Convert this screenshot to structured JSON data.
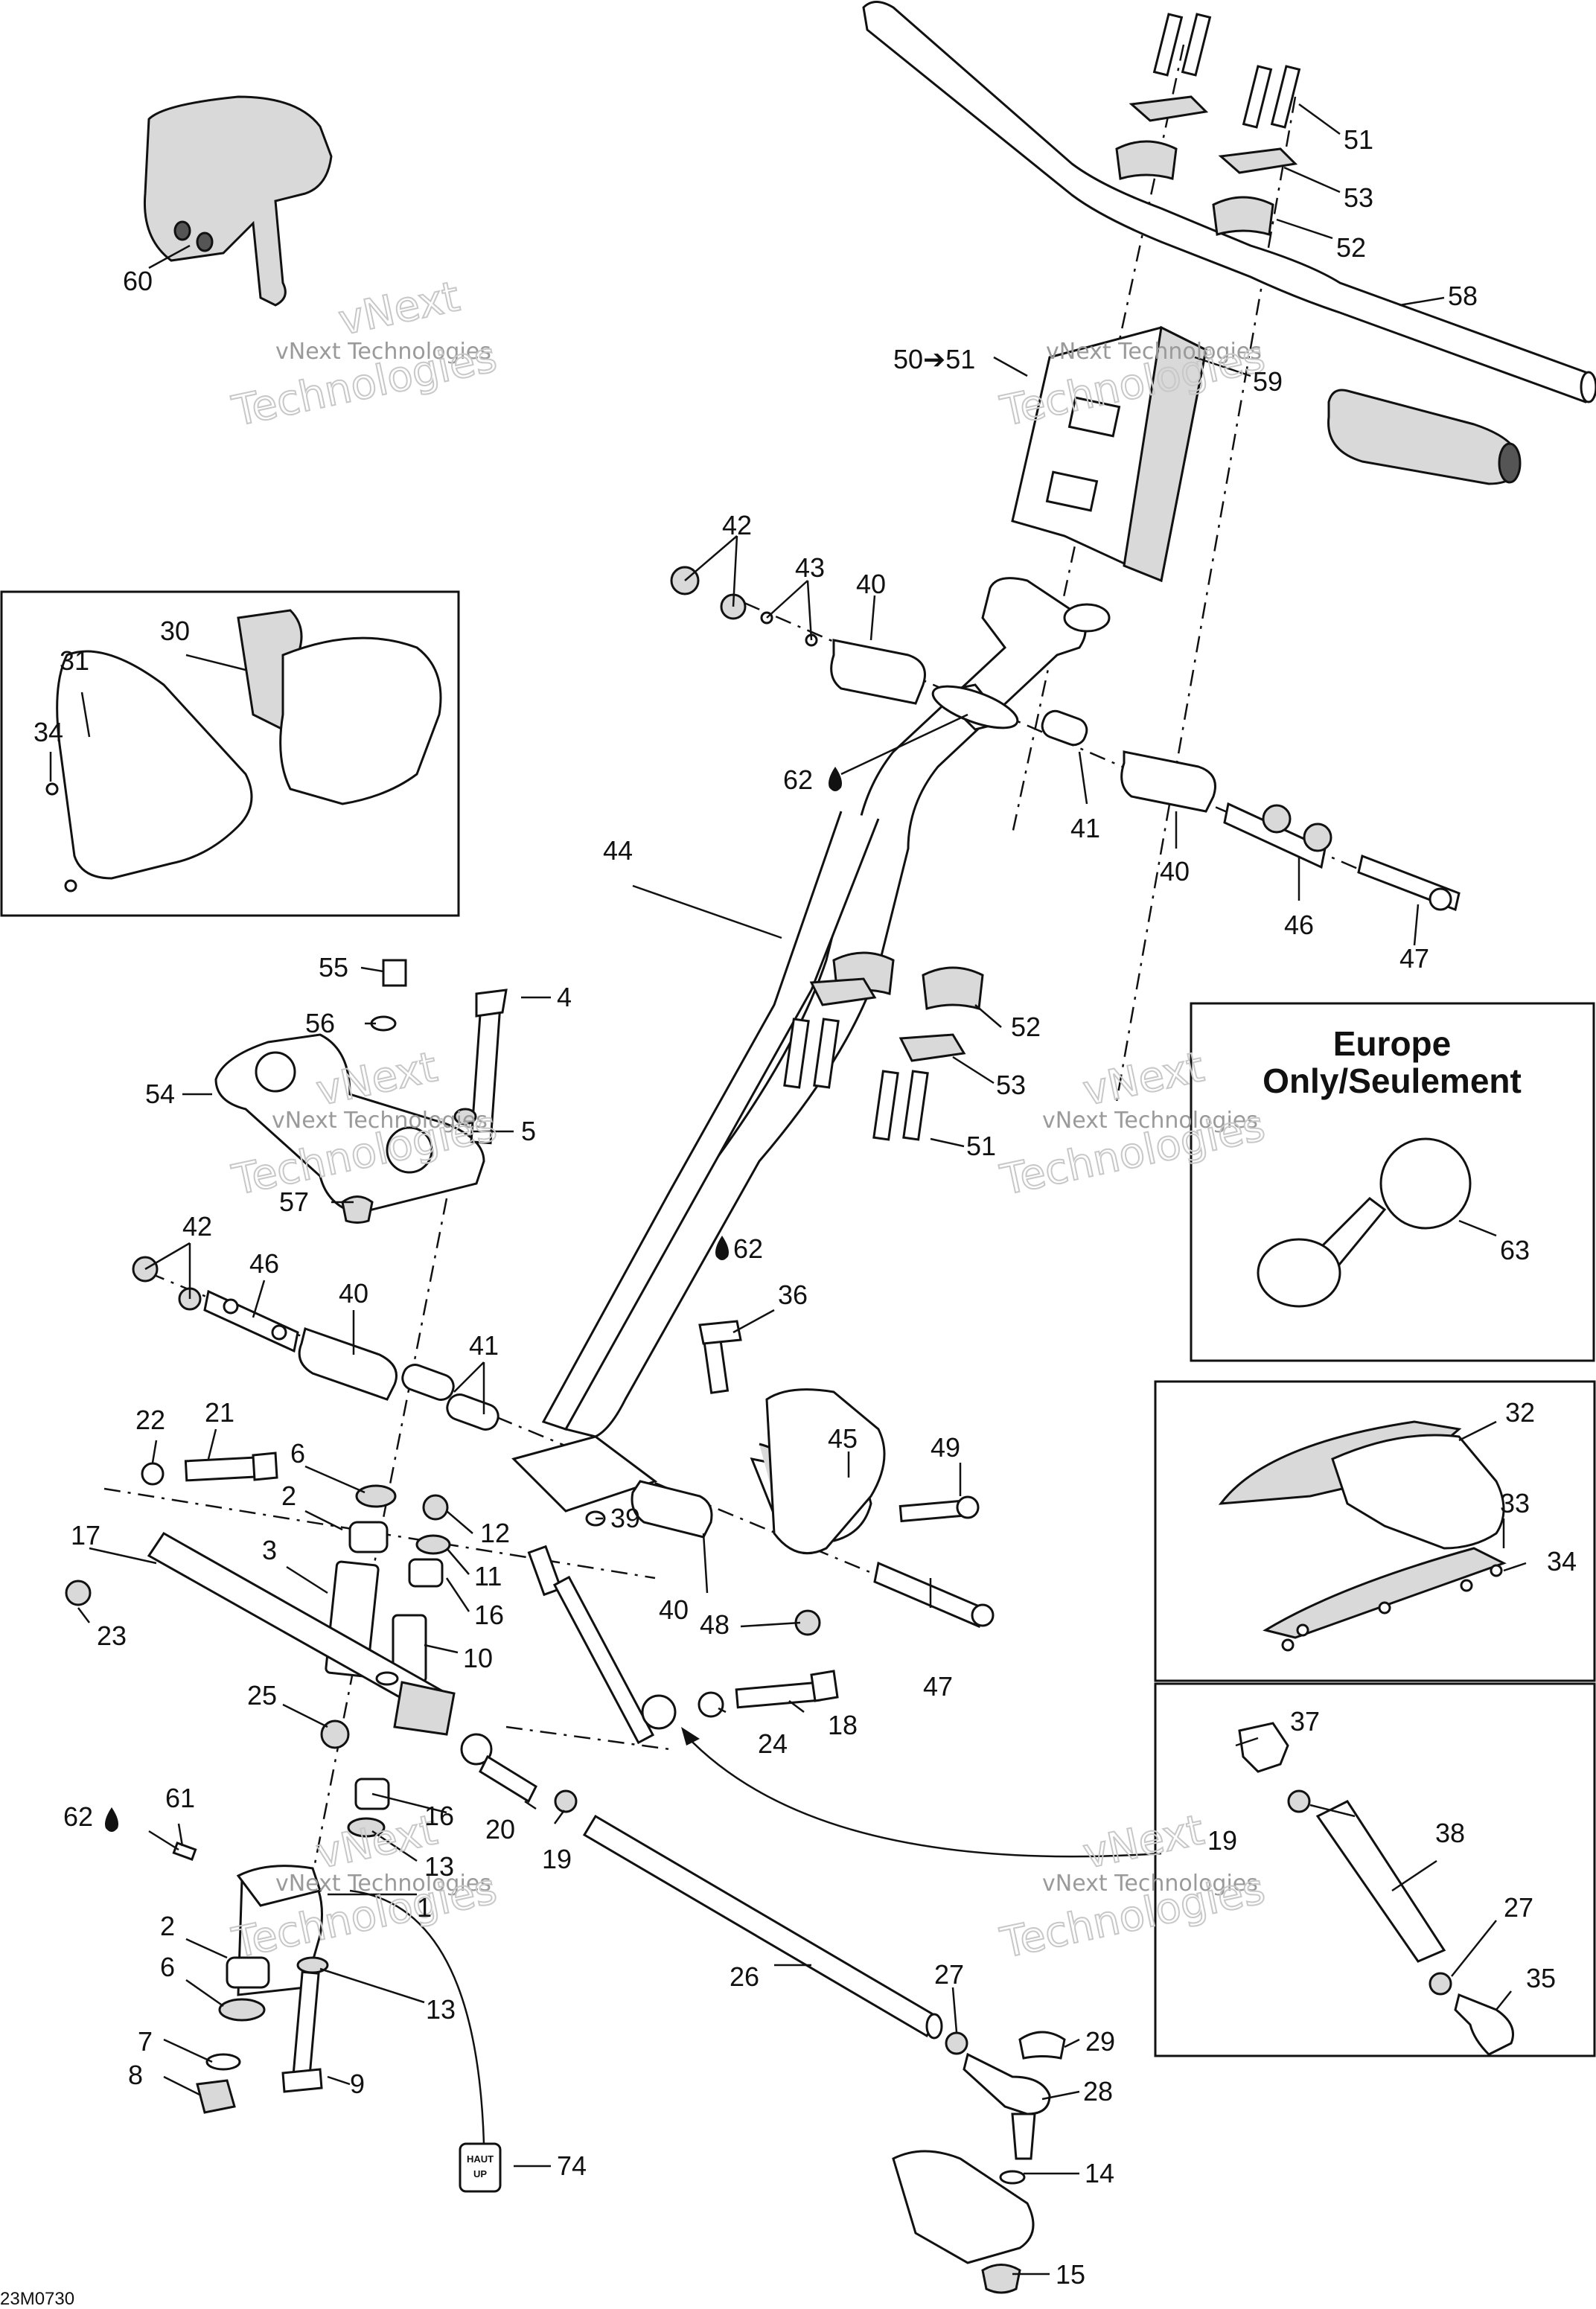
{
  "diagram": {
    "europe_box_title_line1": "Europe",
    "europe_box_title_line2": "Only/Seulement",
    "watermark_small": "vNext Technologies",
    "watermark_big": "Technologies",
    "watermark_next": "vNext",
    "drawing_code": "23M0730",
    "badge_line1": "HAUT",
    "badge_line2": "UP",
    "oil_symbol_name": "drop-icon",
    "callouts": {
      "c51a": "51",
      "c53a": "53",
      "c52a": "52",
      "c58": "58",
      "c50": "50➔51",
      "c59": "59",
      "c60": "60",
      "c42a": "42",
      "c43": "43",
      "c40a": "40",
      "c62a": "62",
      "c41a": "41",
      "c40b": "40",
      "c46a": "46",
      "c47a": "47",
      "c30": "30",
      "c31": "31",
      "c34a": "34",
      "c44": "44",
      "c55": "55",
      "c4": "4",
      "c56": "56",
      "c54": "54",
      "c5": "5",
      "c52b": "52",
      "c53b": "53",
      "c51b": "51",
      "c63": "63",
      "c57": "57",
      "c42b": "42",
      "c46b": "46",
      "c40c": "40",
      "c41b": "41",
      "c62b": "62",
      "c36": "36",
      "c32": "32",
      "c33": "33",
      "c34b": "34",
      "c45": "45",
      "c49": "49",
      "c22": "22",
      "c21": "21",
      "c6a": "6",
      "c2a": "2",
      "c12": "12",
      "c39": "39",
      "c40d": "40",
      "c17": "17",
      "c3": "3",
      "c11": "11",
      "c16a": "16",
      "c48": "48",
      "c47b": "47",
      "c23": "23",
      "c10": "10",
      "c25": "25",
      "c18": "18",
      "c24": "24",
      "c37": "37",
      "c62c": "62",
      "c61": "61",
      "c16b": "16",
      "c20": "20",
      "c19a": "19",
      "c19b": "19",
      "c38": "38",
      "c13a": "13",
      "c1": "1",
      "c27a": "27",
      "c2b": "2",
      "c6b": "6",
      "c13b": "13",
      "c26": "26",
      "c35": "35",
      "c27b": "27",
      "c7": "7",
      "c8": "8",
      "c9": "9",
      "c29": "29",
      "c28": "28",
      "c74": "74",
      "c14": "14",
      "c15": "15"
    }
  }
}
